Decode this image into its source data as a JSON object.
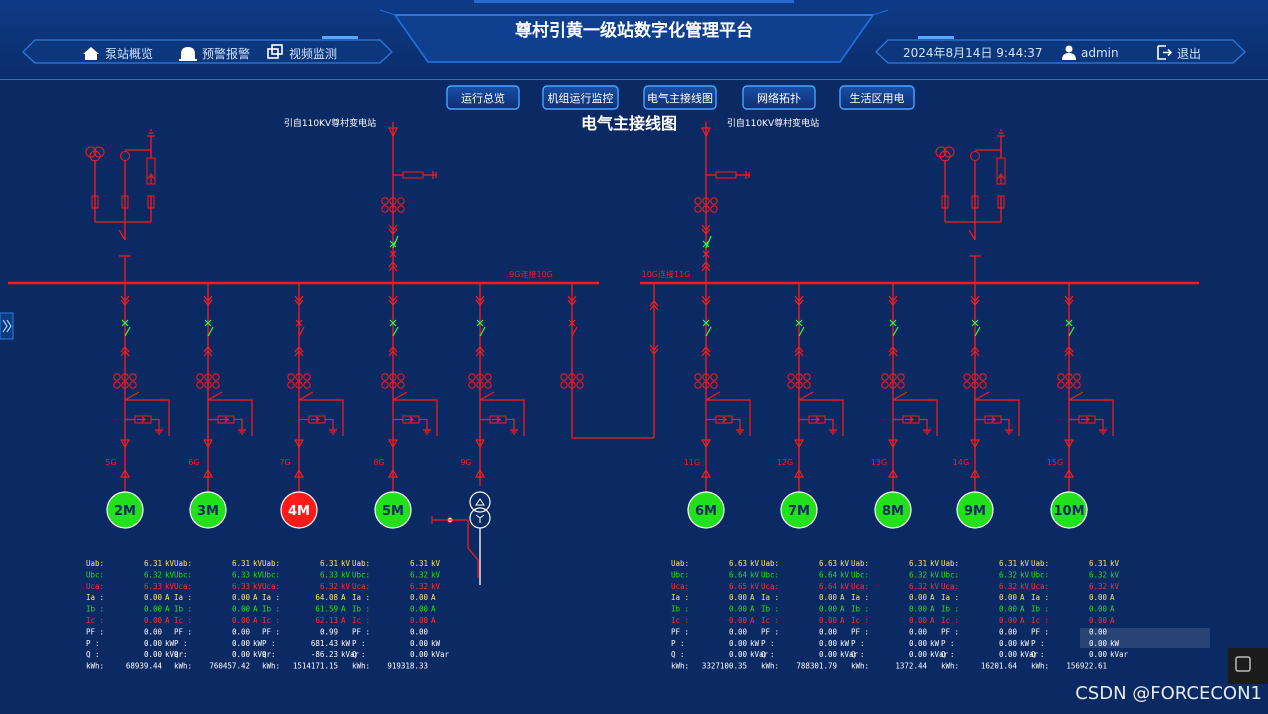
{
  "header": {
    "title": "尊村引黄一级站数字化管理平台",
    "nav_left": [
      {
        "label": "泵站概览",
        "icon": "home-icon"
      },
      {
        "label": "预警报警",
        "icon": "alarm-icon"
      },
      {
        "label": "视频监测",
        "icon": "video-icon"
      }
    ],
    "datetime": "2024年8月14日 9:44:37",
    "user": "admin",
    "logout": "退出"
  },
  "tabs": [
    {
      "label": "运行总览"
    },
    {
      "label": "机组运行监控"
    },
    {
      "label": "电气主接线图"
    },
    {
      "label": "网络拓扑"
    },
    {
      "label": "生活区用电"
    }
  ],
  "diagram": {
    "title": "电气主接线图",
    "source_left": "引自110KV尊村变电站",
    "source_right": "引自110KV尊村变电站",
    "tie_left": "9G连接10G",
    "tie_right": "10G连接11G",
    "colors": {
      "line": "#ff1a1a",
      "running": "#22e01a",
      "fault": "#ff1a1a",
      "closed": "#22ff44"
    },
    "left_feeders": [
      {
        "id": "5G",
        "motor": "2M",
        "status": "running"
      },
      {
        "id": "6G",
        "motor": "3M",
        "status": "running"
      },
      {
        "id": "7G",
        "motor": "4M",
        "status": "fault"
      },
      {
        "id": "8G",
        "motor": "5M",
        "status": "running"
      },
      {
        "id": "9G",
        "motor": "",
        "status": "transformer"
      }
    ],
    "right_feeders": [
      {
        "id": "11G",
        "motor": "6M",
        "status": "running"
      },
      {
        "id": "12G",
        "motor": "7M",
        "status": "running"
      },
      {
        "id": "13G",
        "motor": "8M",
        "status": "running"
      },
      {
        "id": "14G",
        "motor": "9M",
        "status": "running"
      },
      {
        "id": "15G",
        "motor": "10M",
        "status": "running"
      }
    ]
  },
  "measure_labels": [
    "Uab:",
    "Ubc:",
    "Uca:",
    "Ia :",
    "Ib :",
    "Ic :",
    "PF :",
    "P  :",
    "Q  :",
    "kWh:"
  ],
  "measure_units": [
    "kV",
    "kV",
    "kV",
    "A",
    "A",
    "A",
    "",
    "kW",
    "kVar",
    ""
  ],
  "measure_colors": [
    "#ffe666",
    "#22e01a",
    "#ff3030",
    "#ffe666",
    "#22e01a",
    "#ff3030",
    "#ffffff",
    "#ffffff",
    "#ffffff",
    "#ffffff"
  ],
  "measurements": [
    {
      "motor": "2M",
      "values": [
        "6.31",
        "6.32",
        "6.33",
        "0.00",
        "0.00",
        "0.00",
        "0.00",
        "0.00",
        "0.00",
        "68939.44"
      ]
    },
    {
      "motor": "3M",
      "values": [
        "6.31",
        "6.33",
        "6.33",
        "0.00",
        "0.00",
        "0.00",
        "0.00",
        "0.00",
        "0.00",
        "760457.42"
      ]
    },
    {
      "motor": "4M",
      "values": [
        "6.31",
        "6.33",
        "6.32",
        "64.08",
        "61.59",
        "62.13",
        "0.99",
        "681.43",
        "-86.23",
        "1514171.15"
      ]
    },
    {
      "motor": "5M",
      "values": [
        "6.31",
        "6.32",
        "6.32",
        "0.00",
        "0.00",
        "0.00",
        "0.00",
        "0.00",
        "0.00",
        "919318.33"
      ]
    },
    {
      "motor": "6M",
      "values": [
        "6.63",
        "6.64",
        "6.65",
        "0.00",
        "0.00",
        "0.00",
        "0.00",
        "0.00",
        "0.00",
        "3327100.35"
      ]
    },
    {
      "motor": "7M",
      "values": [
        "6.63",
        "6.64",
        "6.64",
        "0.00",
        "0.00",
        "0.00",
        "0.00",
        "0.00",
        "0.00",
        "788301.79"
      ]
    },
    {
      "motor": "8M",
      "values": [
        "6.31",
        "6.32",
        "6.32",
        "0.00",
        "0.00",
        "0.00",
        "0.00",
        "0.00",
        "0.00",
        "1372.44"
      ]
    },
    {
      "motor": "9M",
      "values": [
        "6.31",
        "6.32",
        "6.32",
        "0.00",
        "0.00",
        "0.00",
        "0.00",
        "0.00",
        "0.00",
        "16201.64"
      ]
    },
    {
      "motor": "10M",
      "values": [
        "6.31",
        "6.32",
        "6.32",
        "0.00",
        "0.00",
        "0.00",
        "0.00",
        "0.00",
        "0.00",
        "156922.61"
      ]
    }
  ],
  "watermark": "CSDN @FORCECON1"
}
